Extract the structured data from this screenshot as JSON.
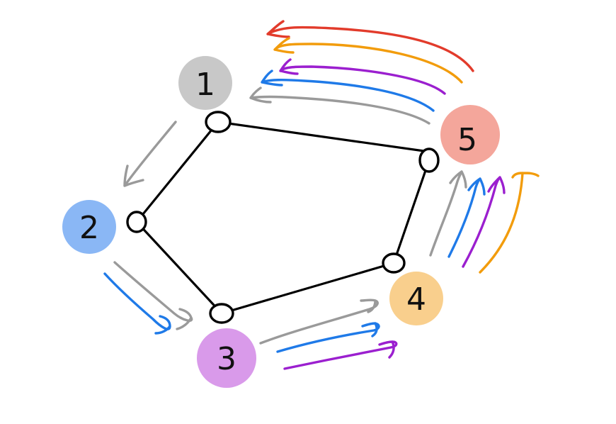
{
  "nodes": [
    {
      "id": "1",
      "label": "1",
      "color": "#c8c8c8"
    },
    {
      "id": "2",
      "label": "2",
      "color": "#8ab7f5"
    },
    {
      "id": "3",
      "label": "3",
      "color": "#d99aea"
    },
    {
      "id": "4",
      "label": "4",
      "color": "#f9cf8d"
    },
    {
      "id": "5",
      "label": "5",
      "color": "#f4a69b"
    }
  ],
  "edges": [
    [
      "1",
      "2"
    ],
    [
      "2",
      "3"
    ],
    [
      "3",
      "4"
    ],
    [
      "4",
      "5"
    ],
    [
      "5",
      "1"
    ]
  ],
  "colors": {
    "gray": "#9a9a9a",
    "blue": "#1f7ae8",
    "purple": "#9b1fcf",
    "orange": "#f29c0c",
    "red": "#e23b2b",
    "line": "#000000"
  }
}
